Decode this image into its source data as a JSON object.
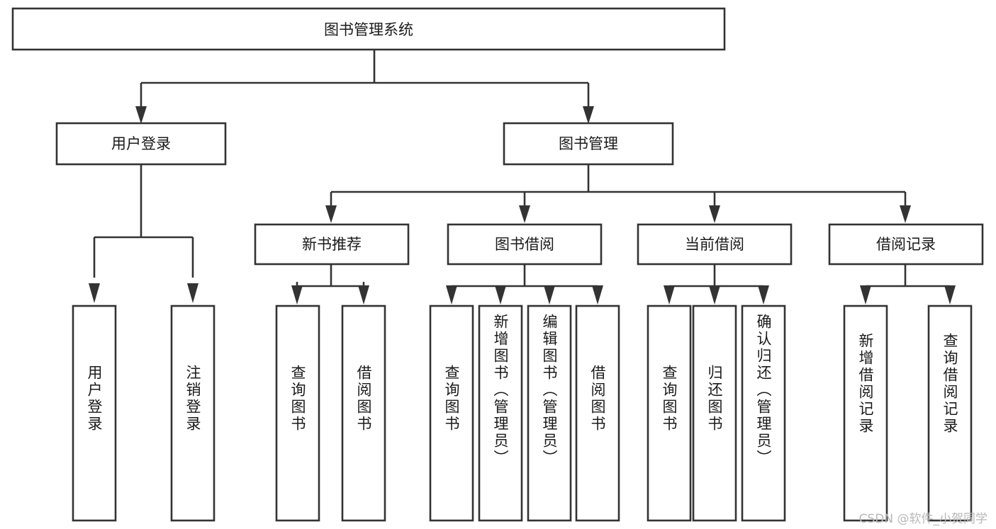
{
  "diagram": {
    "type": "tree-hierarchy",
    "title": "图书管理系统",
    "orientation": "top-down",
    "colors": {
      "box_stroke": "#333333",
      "box_fill": "#ffffff",
      "connector": "#333333",
      "text": "#1a1a1a",
      "watermark": "#b8b8b8",
      "background": "#ffffff"
    },
    "root": {
      "label": "图书管理系统"
    },
    "level2": [
      {
        "label": "用户登录"
      },
      {
        "label": "图书管理"
      }
    ],
    "level3": [
      {
        "label": "新书推荐"
      },
      {
        "label": "图书借阅"
      },
      {
        "label": "当前借阅"
      },
      {
        "label": "借阅记录"
      }
    ],
    "leaves": {
      "user_login": [
        {
          "label": "用户登录"
        },
        {
          "label": "注销登录"
        }
      ],
      "new_book_recommend": [
        {
          "label": "查询图书"
        },
        {
          "label": "借阅图书"
        }
      ],
      "book_borrow": [
        {
          "label": "查询图书"
        },
        {
          "label": "新增图书（管理员）"
        },
        {
          "label": "编辑图书（管理员）"
        },
        {
          "label": "借阅图书"
        }
      ],
      "current_borrow": [
        {
          "label": "查询图书"
        },
        {
          "label": "归还图书"
        },
        {
          "label": "确认归还（管理员）"
        }
      ],
      "borrow_record": [
        {
          "label": "新增借阅记录"
        },
        {
          "label": "查询借阅记录"
        }
      ]
    }
  },
  "watermark": {
    "text": "CSDN @软件_小贺同学"
  }
}
